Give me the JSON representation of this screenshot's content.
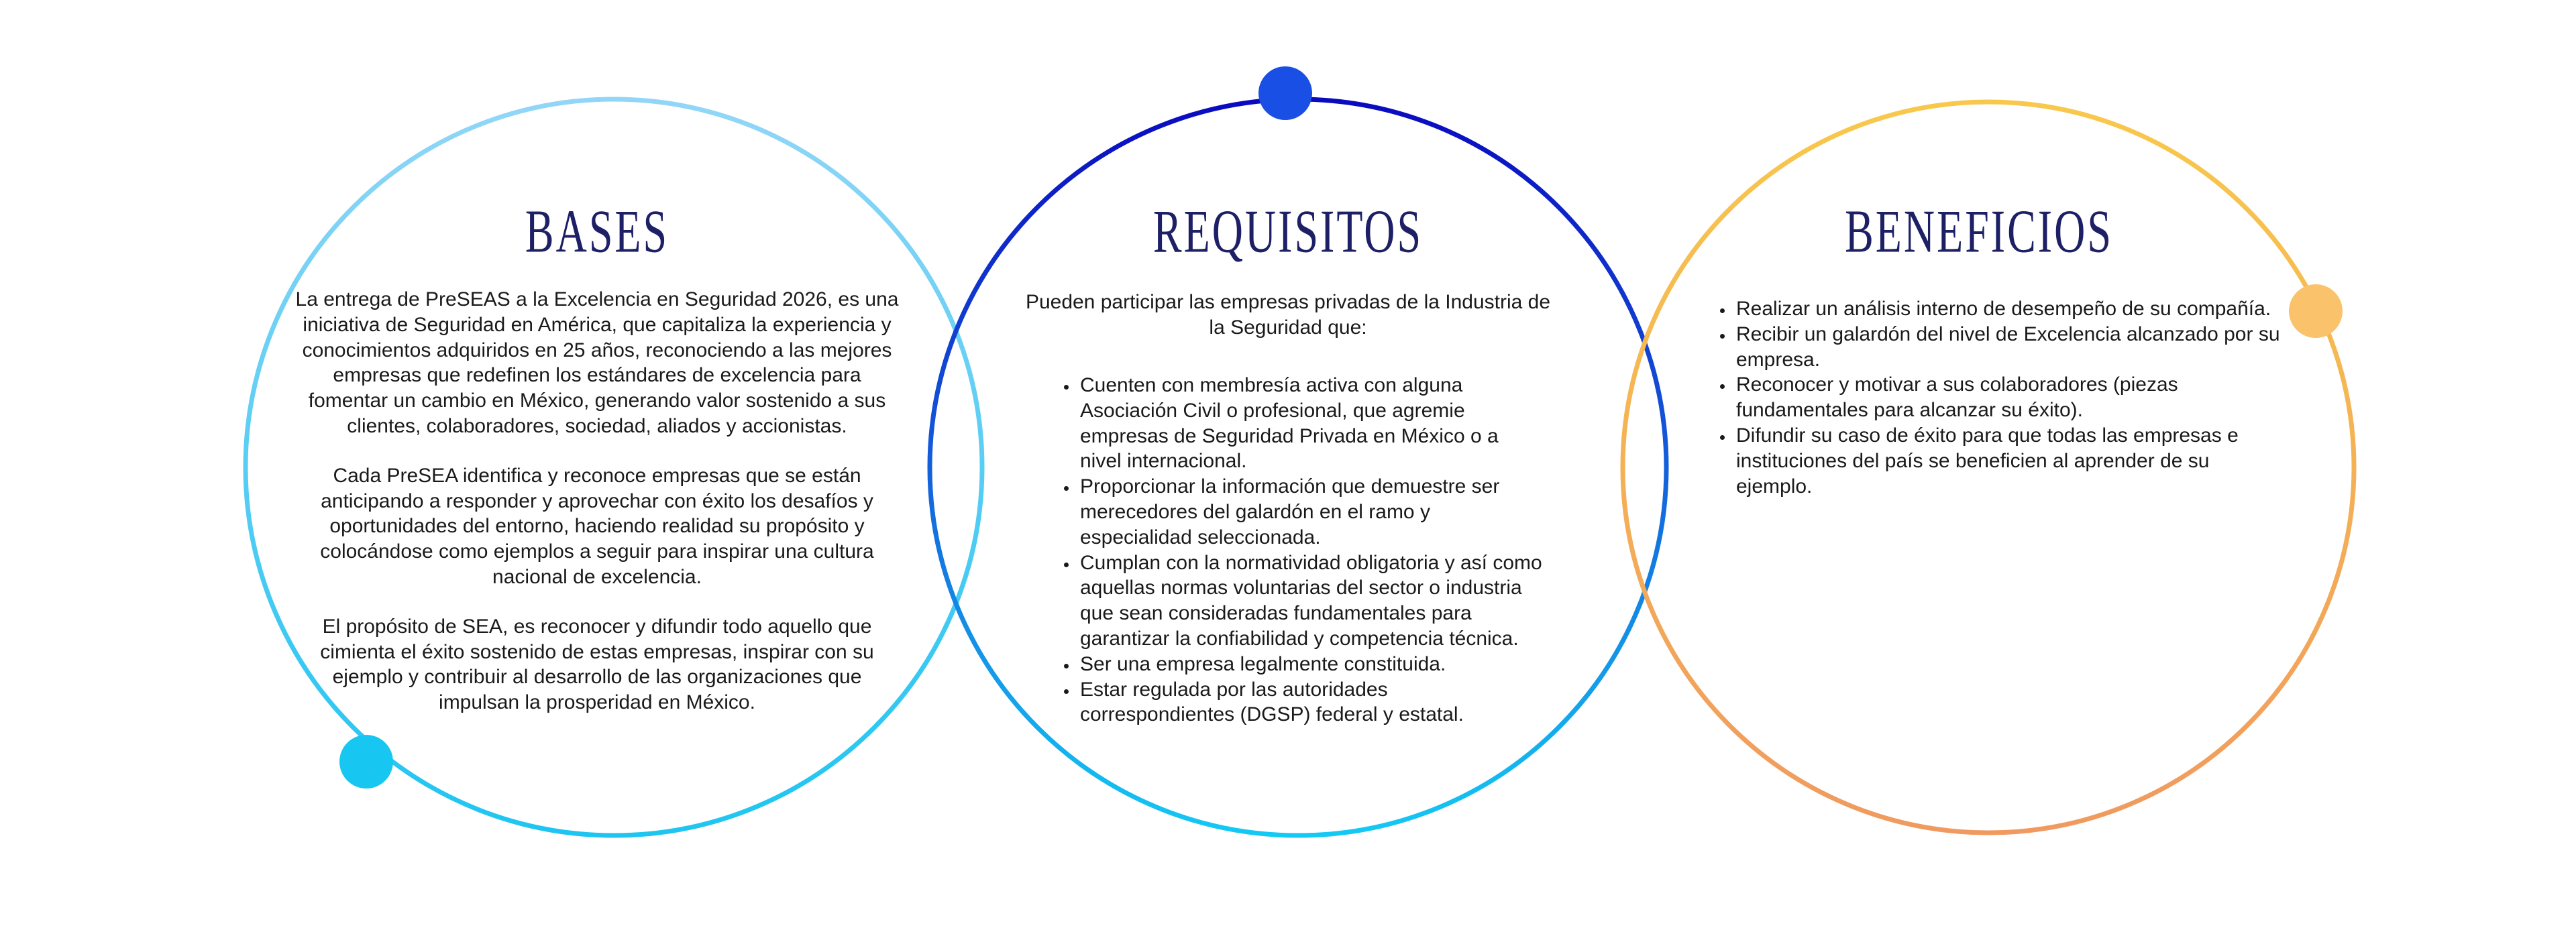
{
  "colors": {
    "background": "#ffffff",
    "title_navy": "#1e2066",
    "body_text": "#1a1a1a",
    "circle1_top": "#92d6f7",
    "circle1_bottom": "#1ec5f1",
    "circle2_top": "#0a0abf",
    "circle2_mid": "#1355d8",
    "circle2_bottom": "#14c9f4",
    "circle3_top": "#f8c84c",
    "circle3_bottom": "#f09a5f",
    "dot_cyan": "#17c7f1",
    "dot_blue": "#1a4fe5",
    "dot_amber": "#fac36b"
  },
  "sections": {
    "bases": {
      "title": "BASES",
      "paragraphs": [
        "La entrega de PreSEAS a la Excelencia en Seguridad 2026, es una iniciativa de Seguridad en América, que capitaliza la experiencia y conocimientos adquiridos en 25 años, reconociendo a las mejores empresas que redefinen los estándares de excelencia para fomentar un cambio en México, generando valor sostenido a sus clientes, colaboradores, sociedad, aliados y accionistas.",
        "Cada PreSEA identifica y reconoce empresas que se están anticipando a responder y aprovechar con éxito los desafíos y oportunidades del entorno, haciendo realidad su propósito y colocándose como ejemplos a seguir para inspirar una cultura nacional de excelencia.",
        "El propósito de SEA, es reconocer y difundir todo aquello que cimienta el éxito sostenido de estas empresas, inspirar con su ejemplo y contribuir al desarrollo de las organizaciones que impulsan la prosperidad en México."
      ]
    },
    "requisitos": {
      "title": "REQUISITOS",
      "intro": "Pueden participar las empresas privadas de la Industria de la Seguridad que:",
      "bullets": [
        "Cuenten con membresía activa con alguna Asociación Civil o profesional, que agremie empresas de Seguridad Privada en México o a nivel internacional.",
        "Proporcionar la información que demuestre ser merecedores del galardón en el ramo y especialidad seleccionada.",
        "Cumplan con la normatividad obligatoria y así como aquellas normas voluntarias del sector o industria que sean consideradas fundamentales para garantizar la confiabilidad y competencia técnica.",
        "Ser una empresa legalmente constituida.",
        "Estar regulada por las autoridades correspondientes (DGSP) federal y estatal."
      ]
    },
    "beneficios": {
      "title": "BENEFICIOS",
      "bullets": [
        "Realizar un análisis interno de desempeño de su compañía.",
        "Recibir un galardón del nivel de Excelencia alcanzado por su empresa.",
        "Reconocer y motivar a sus colaboradores (piezas fundamentales para alcanzar su éxito).",
        "Difundir su caso de éxito para que todas las empresas e instituciones del país se beneficien al aprender de su ejemplo."
      ]
    }
  }
}
